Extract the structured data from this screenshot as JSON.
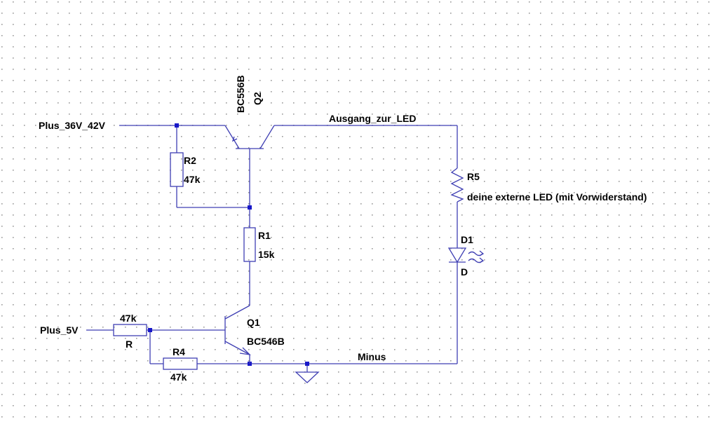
{
  "nets": {
    "plus_36v_42v": "Plus_36V_42V",
    "ausgang_zur_led": "Ausgang_zur_LED",
    "plus_5v": "Plus_5V",
    "minus": "Minus"
  },
  "components": {
    "q2": {
      "name": "Q2",
      "model": "BC556B"
    },
    "r2": {
      "name": "R2",
      "value": "47k"
    },
    "r1": {
      "name": "R1",
      "value": "15k"
    },
    "r5": {
      "name": "R5",
      "value": "deine externe LED (mit Vorwiderstand)"
    },
    "d1": {
      "name": "D1",
      "value": "D"
    },
    "q1": {
      "name": "Q1",
      "model": "BC546B"
    },
    "r": {
      "name": "R",
      "value": "47k"
    },
    "r4": {
      "name": "R4",
      "value": "47k"
    }
  },
  "colors": {
    "wire": "#3f3fb3",
    "junction": "#1818c8",
    "grid_dot": "#9a9a9a",
    "background": "#ffffff",
    "text": "#000000"
  }
}
